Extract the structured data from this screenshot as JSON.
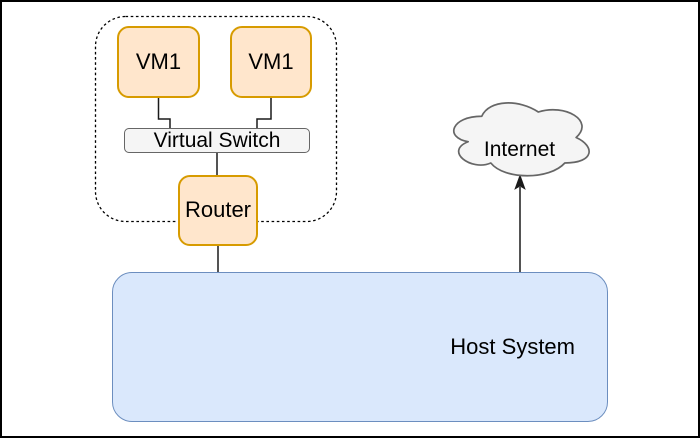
{
  "diagram": {
    "type": "network-virtualization-diagram",
    "background": "#ffffff",
    "frame_color": "#000000",
    "nodes": {
      "vm1": {
        "label": "VM1"
      },
      "vm2": {
        "label": "VM1"
      },
      "virtual_switch": {
        "label": "Virtual Switch"
      },
      "router": {
        "label": "Router"
      },
      "host": {
        "label": "Host System"
      },
      "internet": {
        "label": "Internet",
        "shape": "cloud"
      }
    },
    "groups": {
      "virtual_network_boundary": {
        "style": "dashed-rounded-rect",
        "contains": [
          "VM1",
          "VM1",
          "Virtual Switch",
          "Router"
        ]
      }
    },
    "edges": [
      {
        "from": "VM1 (left)",
        "to": "Virtual Switch",
        "style": "elbow",
        "arrow": "none"
      },
      {
        "from": "VM1 (right)",
        "to": "Virtual Switch",
        "style": "elbow",
        "arrow": "none"
      },
      {
        "from": "Virtual Switch",
        "to": "Router",
        "style": "straight",
        "arrow": "none"
      },
      {
        "from": "Router",
        "to": "Host System",
        "style": "straight",
        "arrow": "none"
      },
      {
        "from": "Host System",
        "to": "Internet",
        "style": "straight",
        "arrow": "end"
      }
    ],
    "colors": {
      "vm_fill": "#FFE6CC",
      "vm_stroke": "#D79B00",
      "switch_fill": "#F5F5F5",
      "switch_stroke": "#666666",
      "cloud_fill": "#F5F5F5",
      "cloud_stroke": "#666666",
      "host_fill": "#DAE8FC",
      "host_stroke": "#6C8EBF",
      "connector": "#000000",
      "text": "#000000"
    }
  }
}
